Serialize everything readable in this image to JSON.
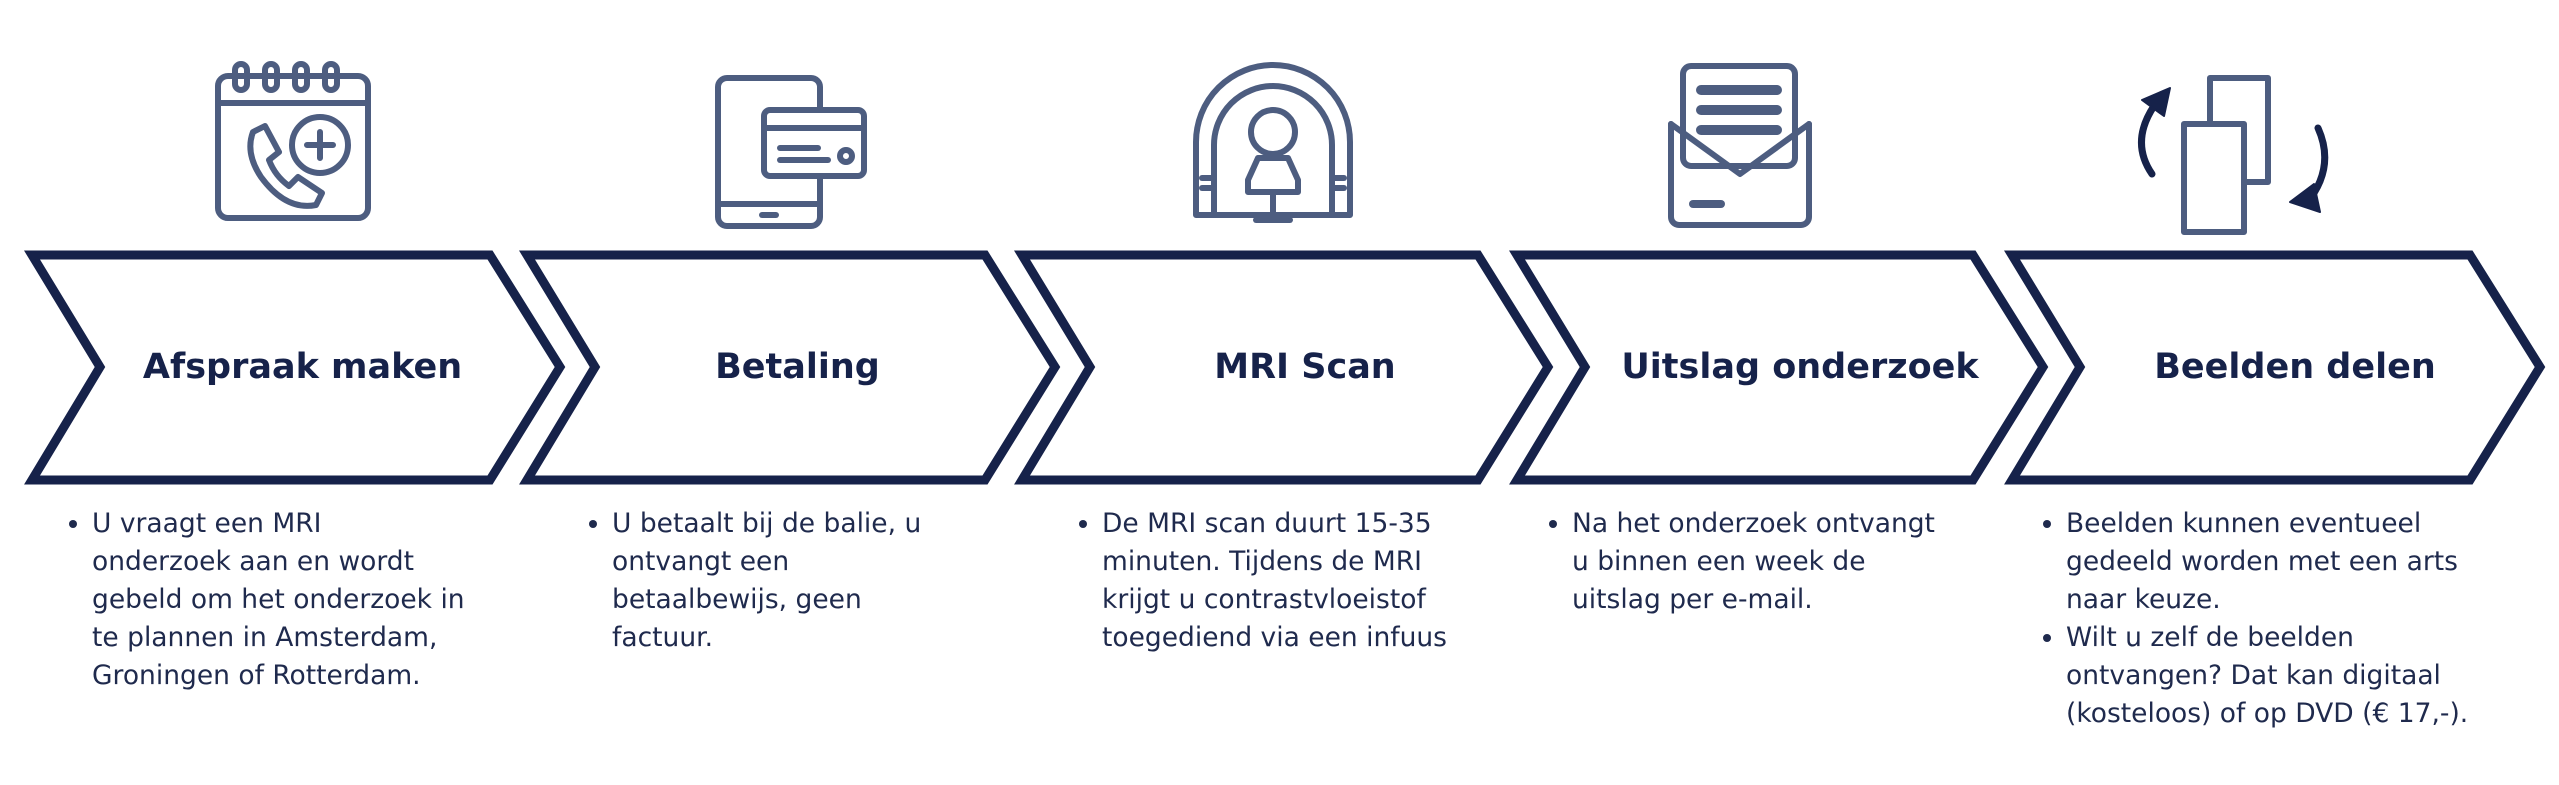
{
  "colors": {
    "navy": "#16224a",
    "icon": "#4d5d80",
    "text": "#1f2a4d",
    "background": "#ffffff"
  },
  "steps": [
    {
      "title": "Afspraak maken",
      "icon": "calendar-phone-plus-icon",
      "bullets": [
        "U vraagt een MRI\nonderzoek aan en wordt\ngebeld om het onderzoek in\nte plannen in Amsterdam,\nGroningen of Rotterdam."
      ]
    },
    {
      "title": "Betaling",
      "icon": "tablet-creditcard-icon",
      "bullets": [
        "U betaalt bij de balie, u\nontvangt een\nbetaalbewijs, geen\nfactuur."
      ]
    },
    {
      "title": "MRI Scan",
      "icon": "mri-scanner-icon",
      "bullets": [
        "De MRI scan duurt 15-35\nminuten. Tijdens de MRI\nkrijgt u contrastvloeistof\ntoegediend via een infuus"
      ]
    },
    {
      "title": "Uitslag onderzoek",
      "icon": "envelope-letter-icon",
      "bullets": [
        "Na het onderzoek ontvangt\nu binnen een week de\nuitslag per e-mail."
      ]
    },
    {
      "title": "Beelden delen",
      "icon": "share-documents-icon",
      "bullets": [
        "Beelden kunnen eventueel\ngedeeld worden met een arts\nnaar keuze.",
        "Wilt u zelf de beelden\nontvangen? Dat kan digitaal\n(kosteloos) of op DVD (€ 17,-)."
      ]
    }
  ]
}
